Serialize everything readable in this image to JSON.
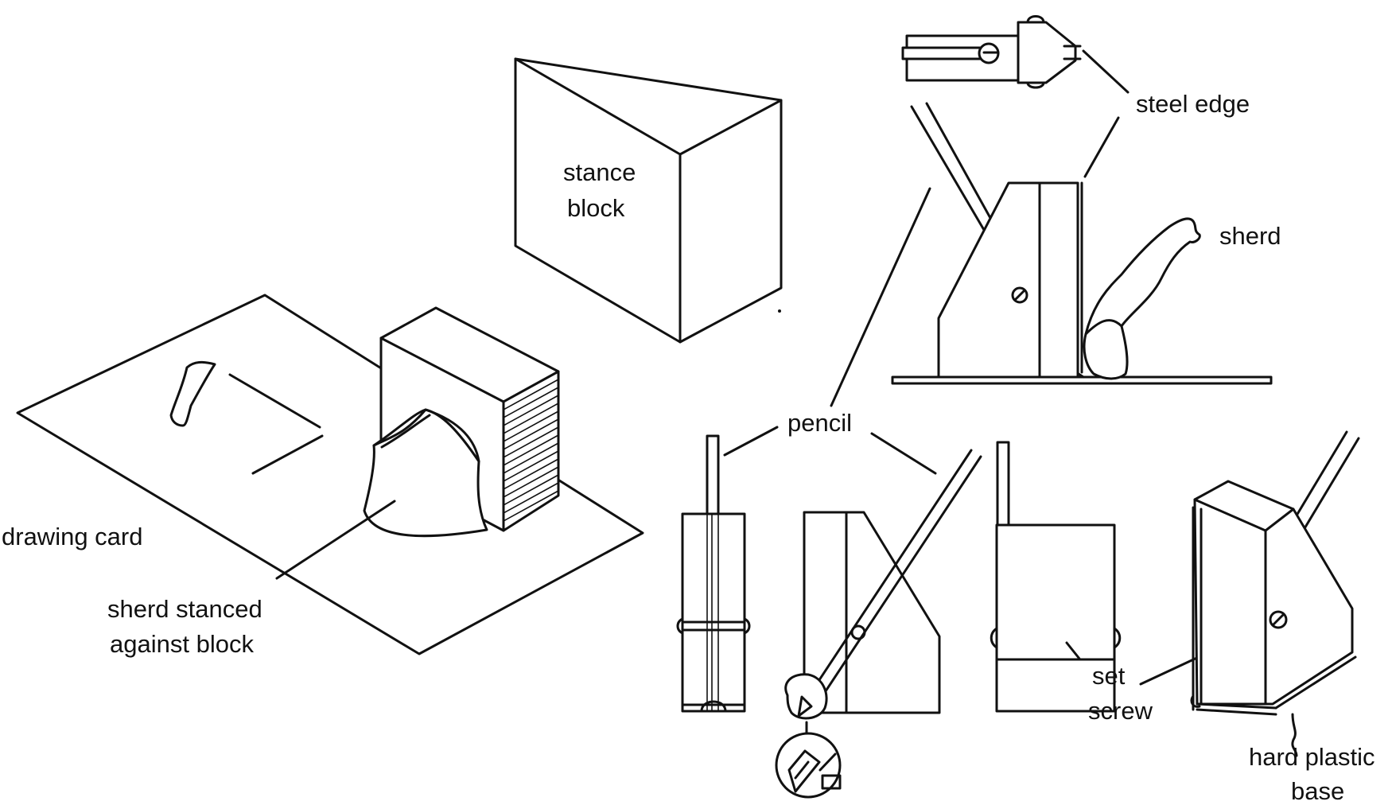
{
  "labels": {
    "stance_block_line1": "stance",
    "stance_block_line2": "block",
    "steel_edge": "steel edge",
    "sherd": "sherd",
    "pencil": "pencil",
    "drawing_card": "drawing card",
    "sherd_stanced_line1": "sherd stanced",
    "sherd_stanced_line2": "against block",
    "set_screw_line1": "set",
    "set_screw_line2": "screw",
    "hard_plastic_line1": "hard plastic",
    "hard_plastic_line2": "base"
  },
  "colors": {
    "ink": "#111111",
    "background": "#ffffff"
  }
}
